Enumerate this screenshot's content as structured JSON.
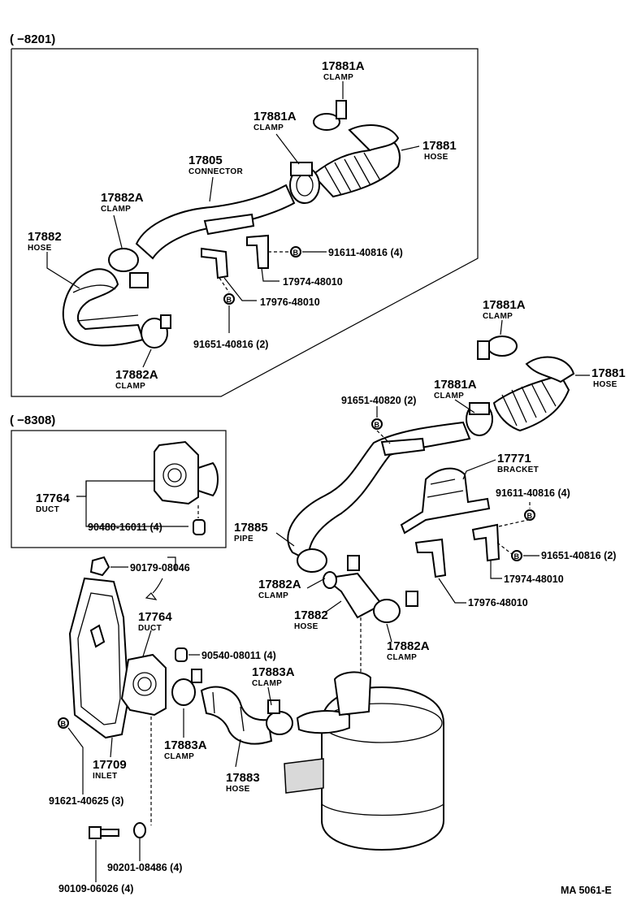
{
  "sections": {
    "upper_range": "(      −8201)",
    "middle_range": "(      −8308)"
  },
  "labels": {
    "u_clamp_top_num": "17881A",
    "u_clamp_top_sub": "CLAMP",
    "u_clamp_mid_num": "17881A",
    "u_clamp_mid_sub": "CLAMP",
    "u_hose_num": "17881",
    "u_hose_sub": "HOSE",
    "u_connector_num": "17805",
    "u_connector_sub": "CONNECTOR",
    "u_clamp_left_num": "17882A",
    "u_clamp_left_sub": "CLAMP",
    "u_hose_left_num": "17882",
    "u_hose_left_sub": "HOSE",
    "u_pn_91611": "91611-40816 (4)",
    "u_pn_17974": "17974-48010",
    "u_pn_17976": "17976-48010",
    "u_pn_91651": "91651-40816 (2)",
    "u_clamp_bot_num": "17882A",
    "u_clamp_bot_sub": "CLAMP",
    "r_clamp_top_num": "17881A",
    "r_clamp_top_sub": "CLAMP",
    "r_hose_num": "17881",
    "r_hose_sub": "HOSE",
    "r_clamp_mid_num": "17881A",
    "r_clamp_mid_sub": "CLAMP",
    "r_pn_91651_820": "91651-40820 (2)",
    "r_bracket_num": "17771",
    "r_bracket_sub": "BRACKET",
    "r_pn_91611": "91611-40816 (4)",
    "r_pn_91651": "91651-40816 (2)",
    "r_pn_17974": "17974-48010",
    "r_pn_17976": "17976-48010",
    "r_pipe_num": "17885",
    "r_pipe_sub": "PIPE",
    "r_clamp_a_num": "17882A",
    "r_clamp_a_sub": "CLAMP",
    "r_hose2_num": "17882",
    "r_hose2_sub": "HOSE",
    "r_clamp_b_num": "17882A",
    "r_clamp_b_sub": "CLAMP",
    "m_duct_num": "17764",
    "m_duct_sub": "DUCT",
    "m_pn_90480": "90480-16011 (4)",
    "l_pn_90179": "90179-08046",
    "l_duct_num": "17764",
    "l_duct_sub": "DUCT",
    "l_pn_90540": "90540-08011 (4)",
    "l_clamp_a_num": "17883A",
    "l_clamp_a_sub": "CLAMP",
    "l_clamp_b_num": "17883A",
    "l_clamp_b_sub": "CLAMP",
    "l_hose_num": "17883",
    "l_hose_sub": "HOSE",
    "l_inlet_num": "17709",
    "l_inlet_sub": "INLET",
    "l_pn_91621": "91621-40625 (3)",
    "l_pn_90201": "90201-08486 (4)",
    "l_pn_90109": "90109-06026 (4)"
  },
  "bolt_marker": "B",
  "footer": {
    "code": "MA  5061-E"
  }
}
